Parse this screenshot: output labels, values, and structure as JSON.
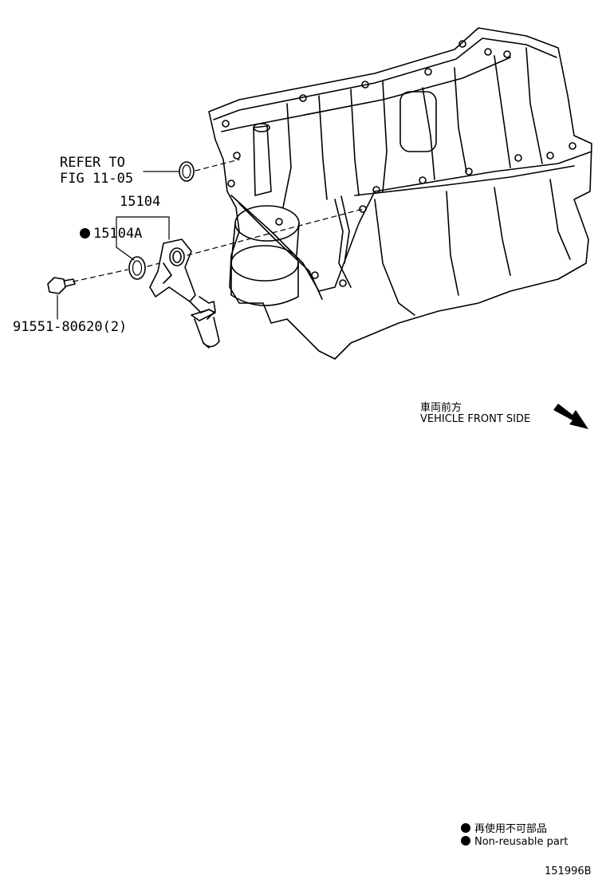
{
  "labels": {
    "refer_line1": "REFER TO",
    "refer_line2": "FIG 11-05",
    "part_filter": "15104",
    "part_gasket": "15104A",
    "part_bolt": "91551-80620(2)"
  },
  "direction": {
    "jp": "車両前方",
    "en": "VEHICLE FRONT SIDE"
  },
  "legend": {
    "jp": "再使用不可部品",
    "en": "Non-reusable part"
  },
  "diagram_id": "151996B"
}
